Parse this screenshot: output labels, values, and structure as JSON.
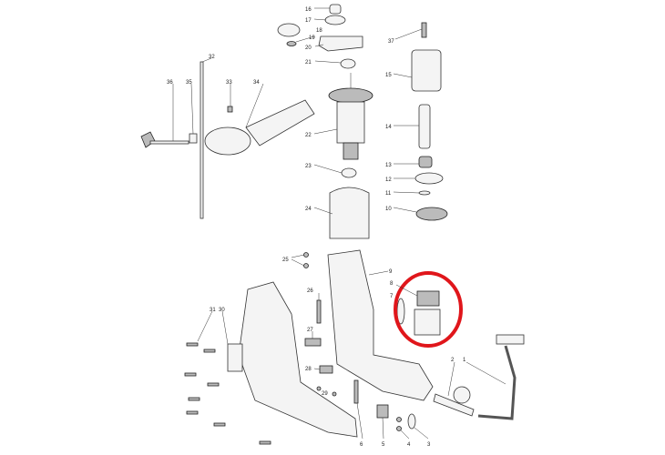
{
  "diagram": {
    "title": "Hammer drill exploded parts view",
    "highlight_color": "#e0161b",
    "highlighted_part": "8",
    "callouts": {
      "p1": "1",
      "p2": "2",
      "p3": "3",
      "p4": "4",
      "p5": "5",
      "p6": "6",
      "p7": "7",
      "p8": "8",
      "p9": "9",
      "p10": "10",
      "p11": "11",
      "p12": "12",
      "p13": "13",
      "p14": "14",
      "p15": "15",
      "p16": "16",
      "p17": "17",
      "p18": "18",
      "p19": "19",
      "p20": "20",
      "p21": "21",
      "p22": "22",
      "p23": "23",
      "p24": "24",
      "p25": "25",
      "p26": "26",
      "p27": "27",
      "p28": "28",
      "p29": "29",
      "p30": "30",
      "p31": "31",
      "p32": "32",
      "p33": "33",
      "p34": "34",
      "p35": "35",
      "p36": "36",
      "p37": "37"
    }
  }
}
